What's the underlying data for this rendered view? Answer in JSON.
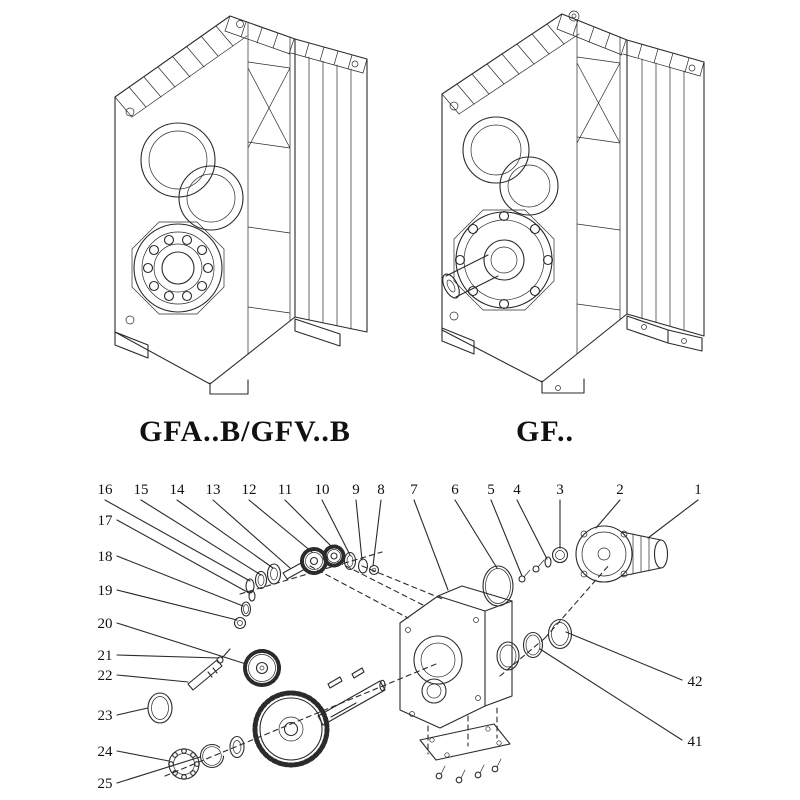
{
  "figures": {
    "left": {
      "label": "GFA..B/GFV..B"
    },
    "right": {
      "label": "GF.."
    }
  },
  "exploded": {
    "callouts_top": [
      "16",
      "15",
      "14",
      "13",
      "12",
      "11",
      "10",
      "9",
      "8",
      "7",
      "6",
      "5",
      "4",
      "3",
      "2",
      "1"
    ],
    "callouts_left": [
      "17",
      "18",
      "19",
      "20",
      "21",
      "22",
      "23",
      "24",
      "25"
    ],
    "callouts_right": [
      "42",
      "41"
    ]
  },
  "colors": {
    "line": "#2b2b2b",
    "text": "#111111",
    "background": "#ffffff"
  }
}
